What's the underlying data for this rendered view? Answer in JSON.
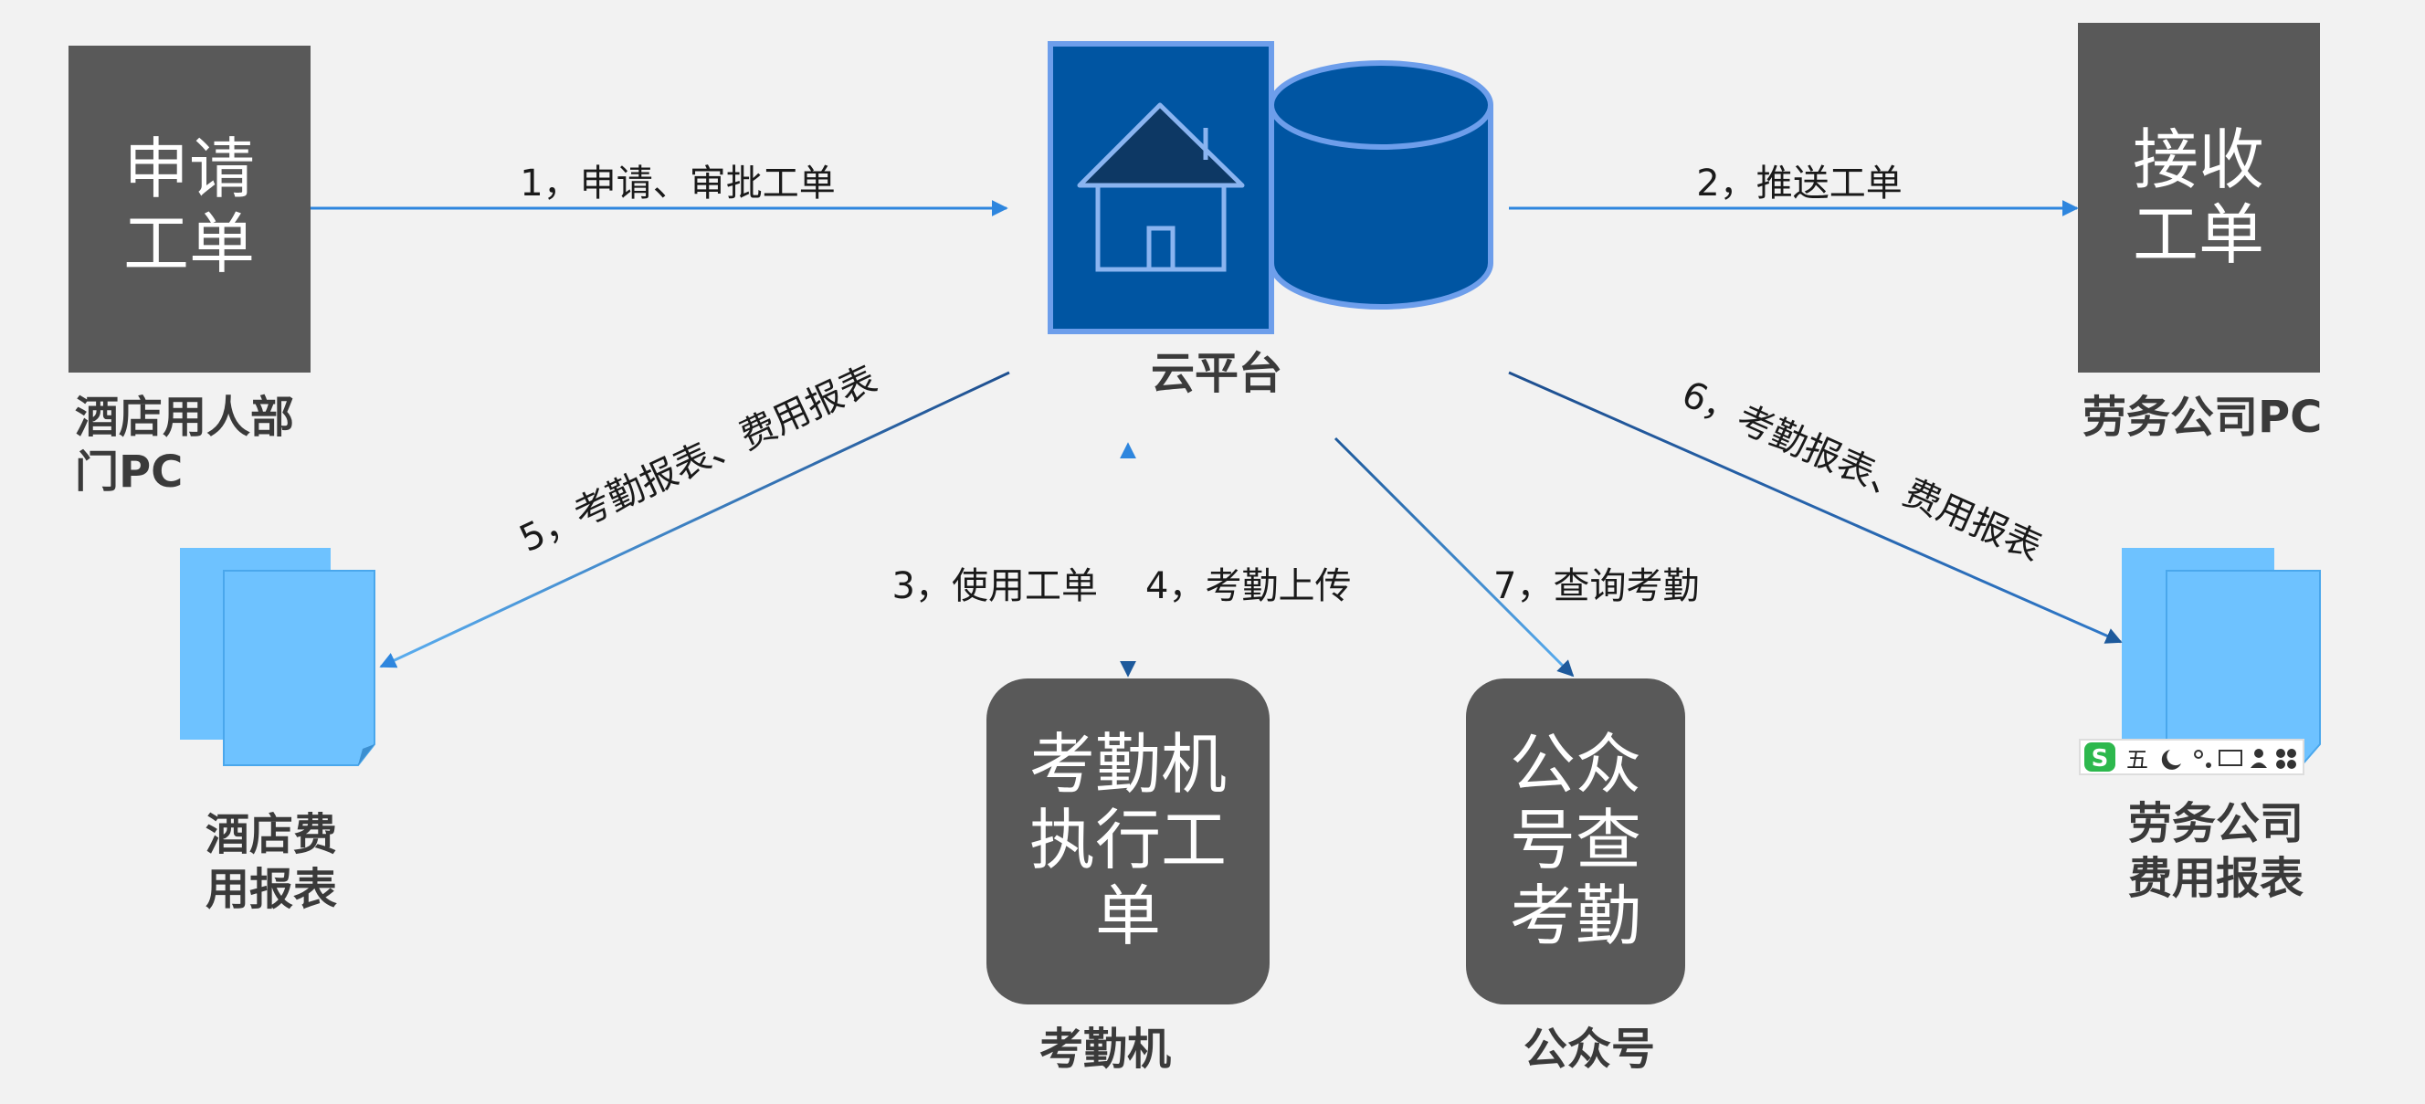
{
  "colors": {
    "background": "#f2f2f2",
    "dark_box": "#595959",
    "cloud_blue": "#0055a2",
    "cloud_border": "#6d9eeb",
    "arrow_blue": "#2e86de",
    "doc_blue": "#6ec2ff"
  },
  "nodes": {
    "apply": {
      "text_lines": [
        "申请",
        "工单"
      ],
      "caption_lines": [
        "酒店用人部",
        "门PC"
      ]
    },
    "receive": {
      "text_lines": [
        "接收",
        "工单"
      ],
      "caption": "劳务公司PC"
    },
    "cloud": {
      "caption": "云平台",
      "icons": [
        "house-icon",
        "database-icon"
      ]
    },
    "attendance_machine": {
      "text_lines": [
        "考勤机",
        "执行工",
        "单"
      ],
      "caption": "考勤机"
    },
    "official_account": {
      "text_lines": [
        "公众",
        "号查",
        "考勤"
      ],
      "caption": "公众号"
    },
    "hotel_report": {
      "caption_lines": [
        "酒店费",
        "用报表"
      ],
      "icon": "document-stack-icon"
    },
    "labor_report": {
      "caption_lines": [
        "劳务公司",
        "费用报表"
      ],
      "icon": "document-stack-icon"
    }
  },
  "arrows": {
    "a1": "1，申请、审批工单",
    "a2": "2，推送工单",
    "a3": "3，使用工单",
    "a4": "4，考勤上传",
    "a5": "5，考勤报表、费用报表",
    "a6": "6，考勤报表、费用报表",
    "a7": "7，查询考勤"
  },
  "ime_toolbar": {
    "logo": "S",
    "mode": "五"
  }
}
